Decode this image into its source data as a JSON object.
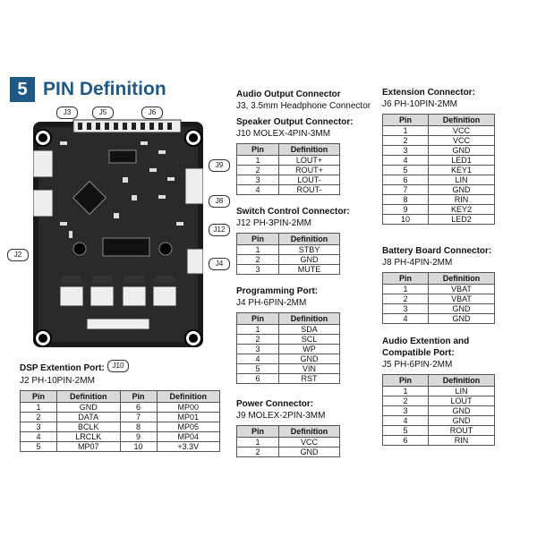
{
  "section": {
    "number": "5",
    "title": "PIN Definition"
  },
  "board_labels": [
    "J3",
    "J5",
    "J6",
    "J9",
    "J8",
    "J12",
    "J2",
    "J4",
    "J10"
  ],
  "col_headers": {
    "pin": "Pin",
    "definition": "Definition"
  },
  "connectors": {
    "dsp": {
      "title": "DSP Extention Port:",
      "subtitle": "J2 PH-10PIN-2MM",
      "rows": [
        [
          "1",
          "GND",
          "6",
          "MP00"
        ],
        [
          "2",
          "DATA",
          "7",
          "MP01"
        ],
        [
          "3",
          "BCLK",
          "8",
          "MP05"
        ],
        [
          "4",
          "LRCLK",
          "9",
          "MP04"
        ],
        [
          "5",
          "MP07",
          "10",
          "+3.3V"
        ]
      ]
    },
    "audio_out": {
      "title": "Audio Output Connector",
      "subtitle": "J3, 3.5mm Headphone Connector"
    },
    "speaker": {
      "title": "Speaker Output Connector:",
      "subtitle": "J10 MOLEX-4PIN-3MM",
      "rows": [
        [
          "1",
          "LOUT+"
        ],
        [
          "2",
          "ROUT+"
        ],
        [
          "3",
          "LOUT-"
        ],
        [
          "4",
          "ROUT-"
        ]
      ]
    },
    "switch": {
      "title": "Switch Control Connector:",
      "subtitle": "J12 PH-3PIN-2MM",
      "rows": [
        [
          "1",
          "STBY"
        ],
        [
          "2",
          "GND"
        ],
        [
          "3",
          "MUTE"
        ]
      ]
    },
    "programming": {
      "title": "Programming Port:",
      "subtitle": "J4 PH-6PIN-2MM",
      "rows": [
        [
          "1",
          "SDA"
        ],
        [
          "2",
          "SCL"
        ],
        [
          "3",
          "WP"
        ],
        [
          "4",
          "GND"
        ],
        [
          "5",
          "VIN"
        ],
        [
          "6",
          "RST"
        ]
      ]
    },
    "power": {
      "title": "Power Connector:",
      "subtitle": "J9 MOLEX-2PIN-3MM",
      "rows": [
        [
          "1",
          "VCC"
        ],
        [
          "2",
          "GND"
        ]
      ]
    },
    "extension": {
      "title": "Extension Connector:",
      "subtitle": "J6 PH-10PIN-2MM",
      "rows": [
        [
          "1",
          "VCC"
        ],
        [
          "2",
          "VCC"
        ],
        [
          "3",
          "GND"
        ],
        [
          "4",
          "LED1"
        ],
        [
          "5",
          "KEY1"
        ],
        [
          "6",
          "LIN"
        ],
        [
          "7",
          "GND"
        ],
        [
          "8",
          "RIN"
        ],
        [
          "9",
          "KEY2"
        ],
        [
          "10",
          "LED2"
        ]
      ]
    },
    "battery": {
      "title": "Battery Board Connector:",
      "subtitle": "J8 PH-4PIN-2MM",
      "rows": [
        [
          "1",
          "VBAT"
        ],
        [
          "2",
          "VBAT"
        ],
        [
          "3",
          "GND"
        ],
        [
          "4",
          "GND"
        ]
      ]
    },
    "audio_ext": {
      "title_line1": "Audio Extention and",
      "title_line2": "Compatible Port:",
      "subtitle": "J5 PH-6PIN-2MM",
      "rows": [
        [
          "1",
          "LIN"
        ],
        [
          "2",
          "LOUT"
        ],
        [
          "3",
          "GND"
        ],
        [
          "4",
          "GND"
        ],
        [
          "5",
          "ROUT"
        ],
        [
          "6",
          "RIN"
        ]
      ]
    }
  }
}
